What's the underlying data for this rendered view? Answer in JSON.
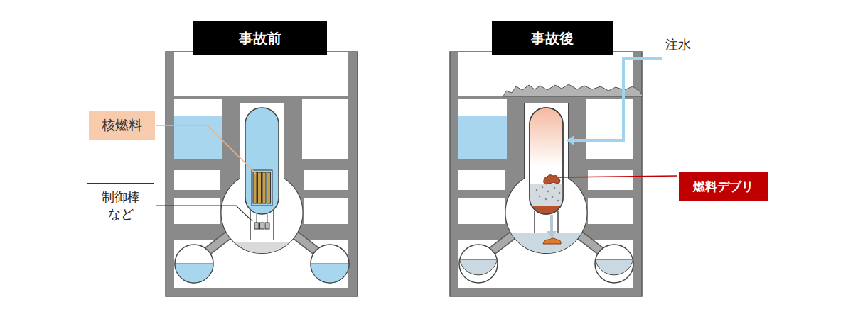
{
  "diagram": {
    "nodes": [
      {
        "text": [
          "事故前"
        ]
      },
      {
        "text": [
          "核燃料"
        ]
      },
      {
        "text": [
          "制御棒 など"
        ]
      },
      {
        "text": [
          "事故後"
        ]
      },
      {
        "text": [
          "燃料デブリ"
        ]
      }
    ],
    "labels": [
      "注水"
    ]
  }
}
